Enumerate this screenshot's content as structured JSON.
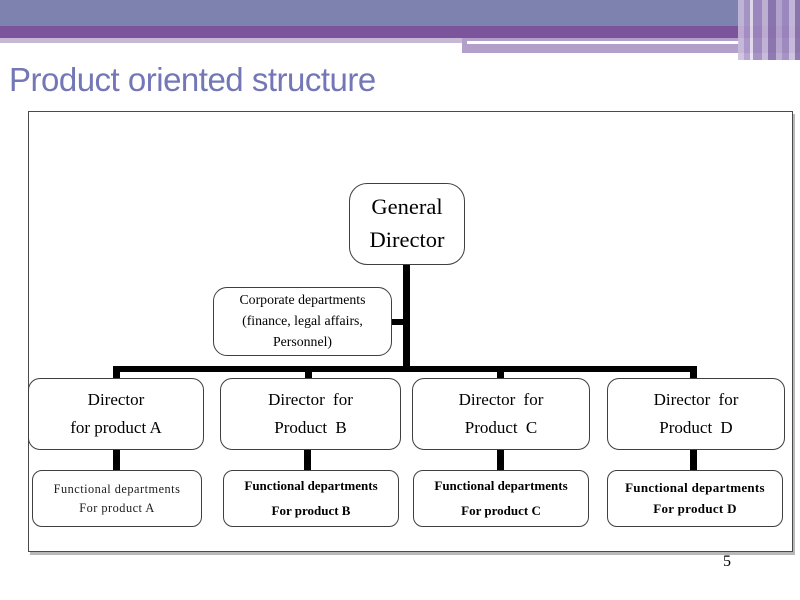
{
  "slide": {
    "title": "Product oriented structure",
    "page_number": "5"
  },
  "colors": {
    "header_bar_blue": "#7d82ae",
    "header_bar_purple": "#7b549c",
    "header_lavender_light": "#c7b8d6",
    "header_lavender_block": "#b2a0ca",
    "title_text": "#7477b6",
    "box_border": "#3f3f3f",
    "connector": "#000000"
  },
  "org_chart": {
    "root": {
      "line1": "General",
      "line2": "Director"
    },
    "staff": {
      "line1": "Corporate departments",
      "line2": "(finance, legal affairs,",
      "line3": "Personnel)"
    },
    "directors": [
      {
        "line1": "Director",
        "line2": "for product A"
      },
      {
        "line1": "Director for",
        "line2": "Product B"
      },
      {
        "line1": "Director for",
        "line2": "Product C"
      },
      {
        "line1": "Director for",
        "line2": "Product D"
      }
    ],
    "departments": [
      {
        "line1": "Functional departments",
        "line2": "For product A"
      },
      {
        "line1": "Functional departments",
        "line2": "For product B"
      },
      {
        "line1": "Functional departments",
        "line2": "For product C"
      },
      {
        "line1": "Functional  departments",
        "line2": "For product D"
      }
    ]
  }
}
